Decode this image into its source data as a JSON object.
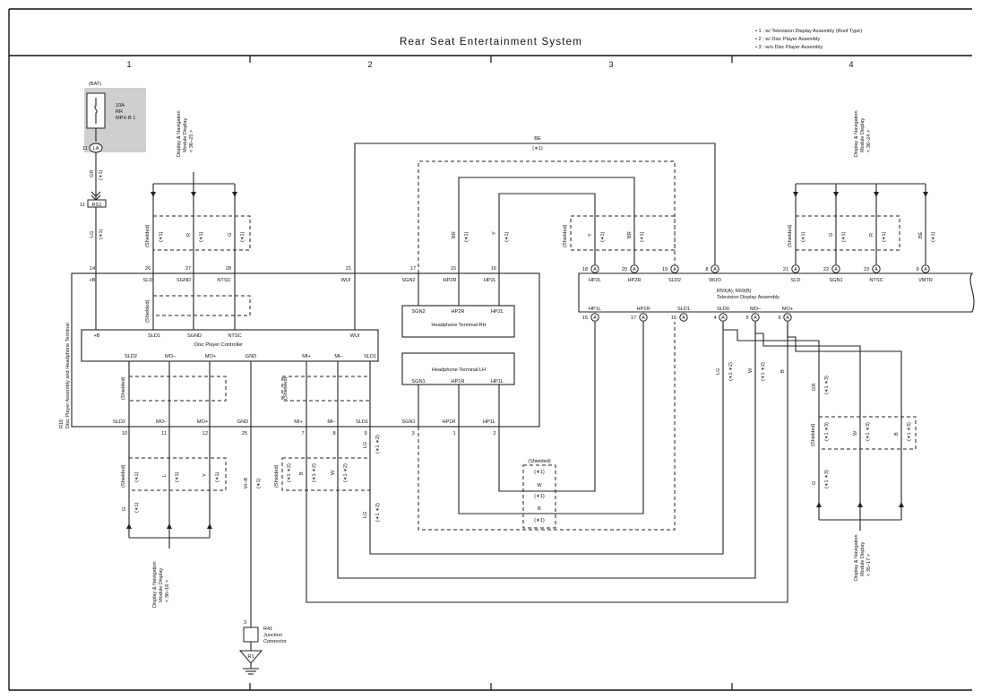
{
  "title": "Rear Seat Entertainment System",
  "notes": [
    "• 1 : w/ Television Display Assembly (Roof Type)",
    "• 2 : w/ Disc Player Assembly",
    "• 3 : w/o Disc Player Assembly"
  ],
  "columns": [
    "1",
    "2",
    "3",
    "4"
  ],
  "fuse": {
    "source": "(BAT)",
    "rating": "10A",
    "name1": "RR",
    "name2": "MPX-B 1",
    "pin": "11",
    "conn": "LA"
  },
  "junction_top": {
    "pin": "11",
    "name": "RS1"
  },
  "wire_colors": {
    "gr": "GR",
    "lg": "LG",
    "r": "R",
    "g": "G",
    "be": "BE",
    "br": "BR",
    "y": "Y",
    "l": "L",
    "w": "W",
    "b": "B",
    "wb": "W–B"
  },
  "notes_short": {
    "n1": "(∗1)",
    "n2": "(∗2)",
    "n3": "(∗3)",
    "n12": "(∗1 ∗2)",
    "n13": "(∗1 ∗3)"
  },
  "shielded": "(Shielded)",
  "display_module": {
    "line1": "Display & Navigation",
    "line2": "Module Display",
    "ref_top_left": "< 36–25 >",
    "ref_top_right": "< 36–24 >",
    "ref_bottom_left": "< 36–16 >",
    "ref_bottom_right": "< 35–17 >"
  },
  "r16": {
    "label": "R16",
    "name": "Disc Player Assembly and Headphone Terminal",
    "top_pins": [
      {
        "num": "14",
        "name": "+B"
      },
      {
        "num": "26",
        "name": "SLD"
      },
      {
        "num": "27",
        "name": "SGND"
      },
      {
        "num": "28",
        "name": "NTSC"
      },
      {
        "num": "21",
        "name": "WUI"
      },
      {
        "num": "17",
        "name": "SGN2"
      },
      {
        "num": "15",
        "name": "HP2R"
      },
      {
        "num": "16",
        "name": "HP2L"
      }
    ],
    "bottom_pins": [
      {
        "num": "10",
        "name": "SLD2"
      },
      {
        "num": "11",
        "name": "MO–"
      },
      {
        "num": "12",
        "name": "MO+"
      },
      {
        "num": "25",
        "name": "GND"
      },
      {
        "num": "7",
        "name": "MI+"
      },
      {
        "num": "8",
        "name": "MI–"
      },
      {
        "num": "9",
        "name": "SLD1"
      },
      {
        "num": "3",
        "name": "SGN1"
      },
      {
        "num": "1",
        "name": "HP1R"
      },
      {
        "num": "2",
        "name": "HP1L"
      }
    ]
  },
  "controller": {
    "name": "Disc Player Controller",
    "top": [
      "+B",
      "SLD1",
      "SGND",
      "NTSC",
      "WUI"
    ],
    "bottom": [
      "SLD2",
      "MO–",
      "MO+",
      "GND",
      "MI+",
      "MI–",
      "SLD1"
    ]
  },
  "hp_rh": {
    "name": "Headphone Terminal RH",
    "pins": [
      "SGN2",
      "HP2R",
      "HP2L"
    ]
  },
  "hp_lh": {
    "name": "Headphone Terminal LH",
    "pins": [
      "SGN1",
      "HP1R",
      "HP1L"
    ]
  },
  "tv": {
    "label": "R59(A), R69(B)",
    "name": "Television Display Assembly",
    "conn_letter": "A",
    "top_pins": [
      {
        "num": "18",
        "name": "HP2L"
      },
      {
        "num": "20",
        "name": "HP2R"
      },
      {
        "num": "19",
        "name": "SLD2"
      },
      {
        "num": "8",
        "name": "WUO"
      },
      {
        "num": "21",
        "name": "SLD"
      },
      {
        "num": "22",
        "name": "SGN1"
      },
      {
        "num": "23",
        "name": "NTSC"
      },
      {
        "num": "9",
        "name": "VMTR"
      }
    ],
    "bottom_pins": [
      {
        "num": "15",
        "name": "HP1L"
      },
      {
        "num": "17",
        "name": "HP1R"
      },
      {
        "num": "16",
        "name": "SLD1"
      },
      {
        "num": "4",
        "name": "SLD0"
      },
      {
        "num": "5",
        "name": "MO–"
      },
      {
        "num": "6",
        "name": "MO+"
      }
    ]
  },
  "r41": {
    "pin": "3",
    "label": "R41",
    "line1": "Junction",
    "line2": "Connector",
    "ground": "R1"
  }
}
